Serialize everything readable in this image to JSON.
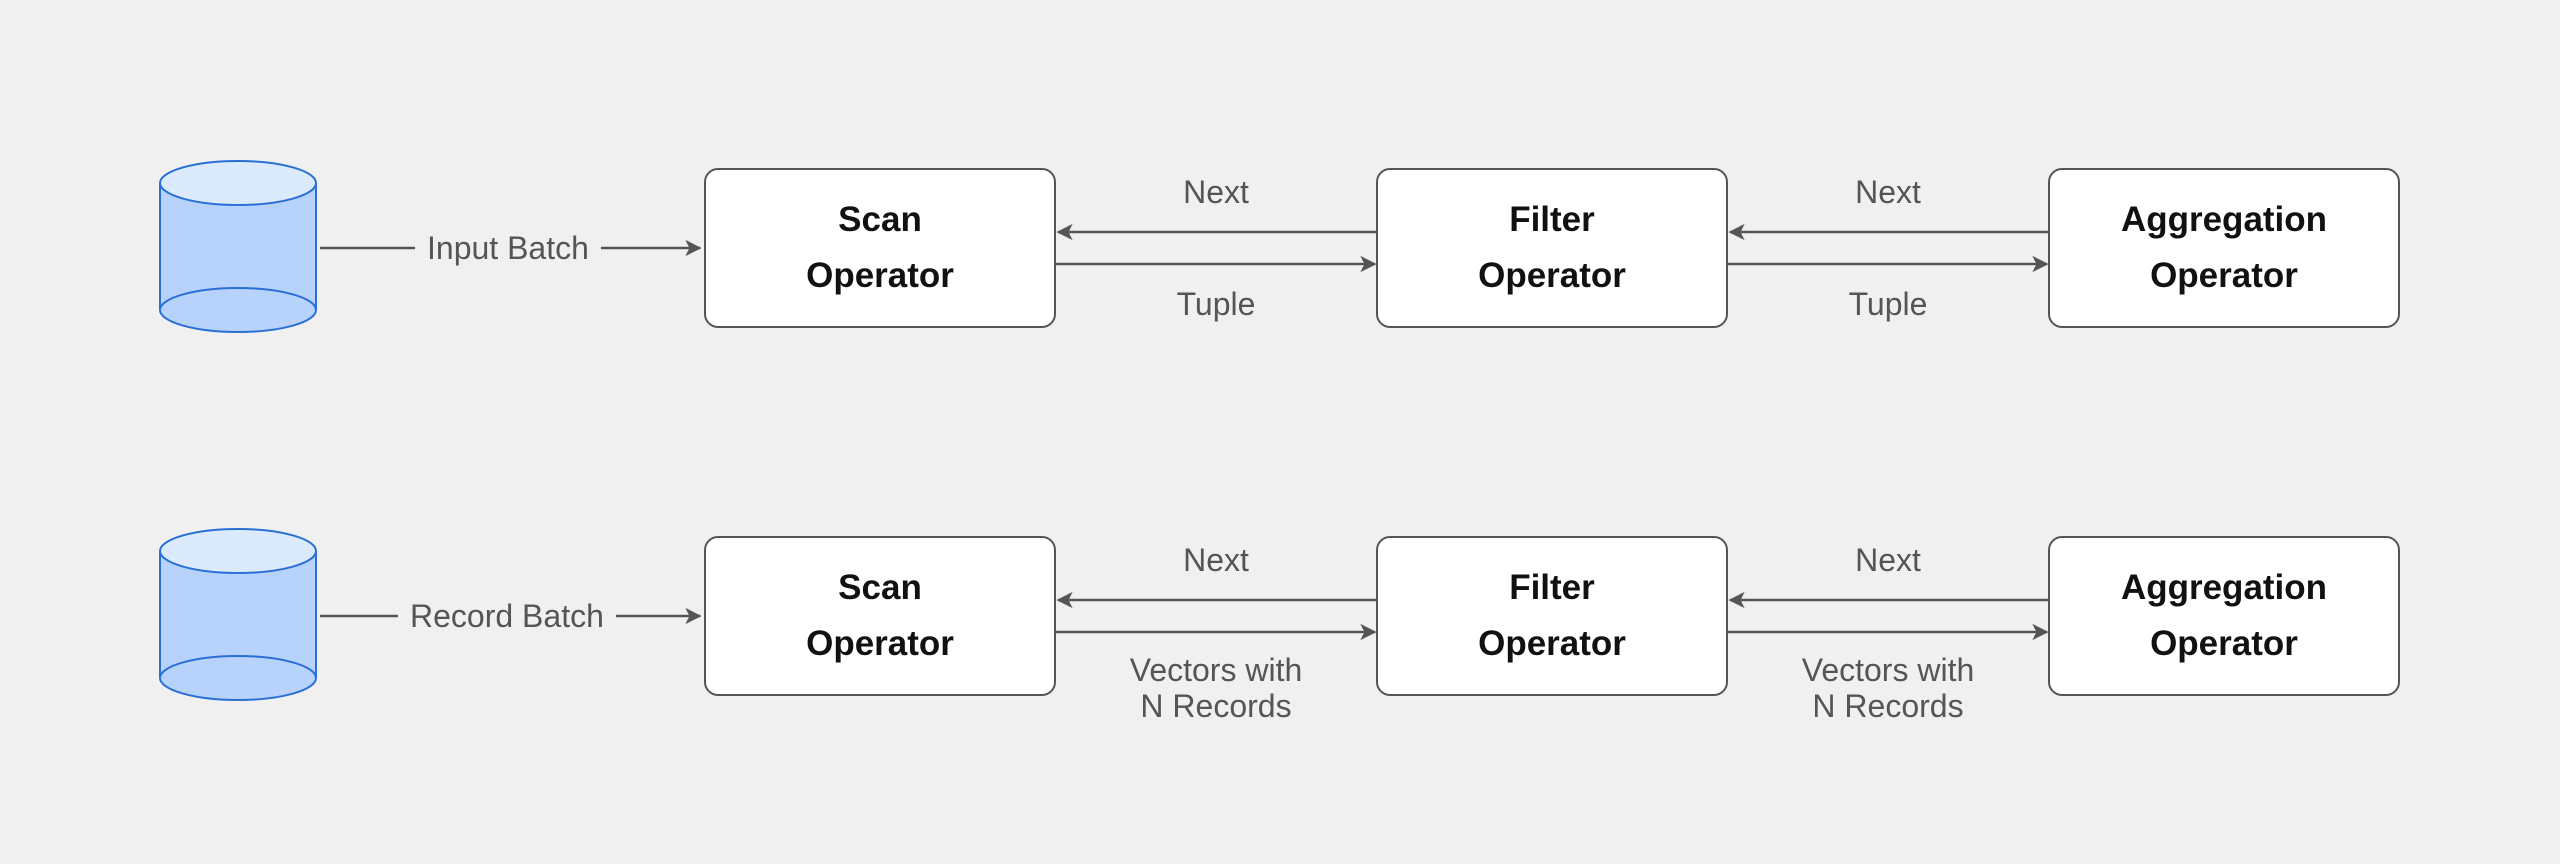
{
  "colors": {
    "background": "#f0f0f0",
    "db_fill": "#b7d3fb",
    "db_top": "#dbeafd",
    "db_stroke": "#2a6fd6",
    "arrow": "#555555"
  },
  "rows": [
    {
      "source_label": "Input Batch",
      "operators": [
        {
          "line1": "Scan",
          "line2": "Operator"
        },
        {
          "line1": "Filter",
          "line2": "Operator"
        },
        {
          "line1": "Aggregation",
          "line2": "Operator"
        }
      ],
      "links": [
        {
          "request": "Next",
          "response": [
            "Tuple"
          ]
        },
        {
          "request": "Next",
          "response": [
            "Tuple"
          ]
        }
      ]
    },
    {
      "source_label": "Record Batch",
      "operators": [
        {
          "line1": "Scan",
          "line2": "Operator"
        },
        {
          "line1": "Filter",
          "line2": "Operator"
        },
        {
          "line1": "Aggregation",
          "line2": "Operator"
        }
      ],
      "links": [
        {
          "request": "Next",
          "response": [
            "Vectors with",
            "N Records"
          ]
        },
        {
          "request": "Next",
          "response": [
            "Vectors with",
            "N Records"
          ]
        }
      ]
    }
  ]
}
